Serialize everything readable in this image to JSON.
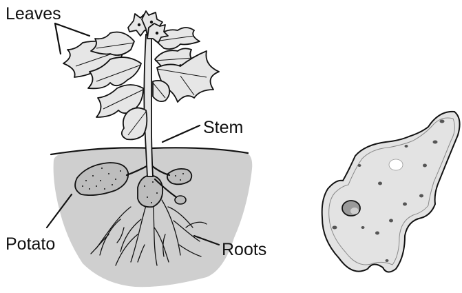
{
  "labels": {
    "leaves": "Leaves",
    "stem": "Stem",
    "potato": "Potato",
    "roots": "Roots"
  },
  "colors": {
    "soil": "#cfcfcf",
    "leaf": "#e6e6e6",
    "cell": "#e3e3e3",
    "outline": "#111111"
  }
}
